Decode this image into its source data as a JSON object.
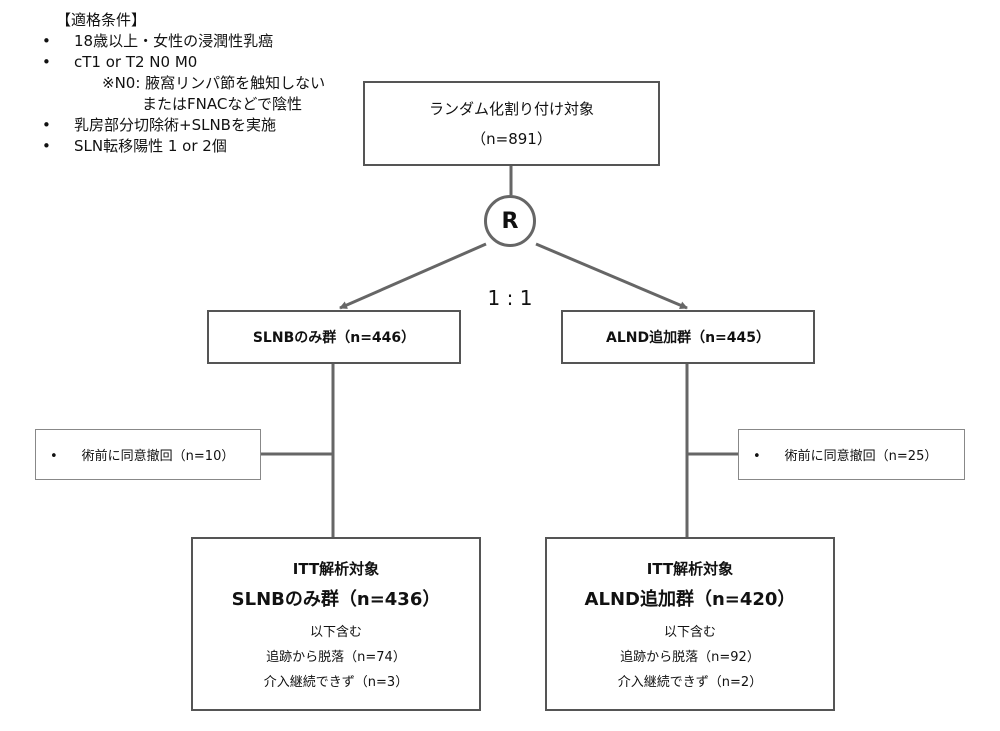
{
  "eligibility": {
    "title": "【適格条件】",
    "items": [
      "18歳以上・女性の浸潤性乳癌",
      "cT1 or T2 N0 M0",
      "乳房部分切除術+SLNBを実施",
      "SLN転移陽性 1 or 2個"
    ],
    "note_line1": "※N0: 腋窩リンパ節を触知しない",
    "note_line2": "またはFNACなどで陰性"
  },
  "randomization": {
    "label": "ランダム化割り付け対象",
    "n": "（n=891）",
    "symbol": "R",
    "ratio": "1 : 1"
  },
  "arms": {
    "left": "SLNBのみ群（n=446）",
    "right": "ALND追加群（n=445）"
  },
  "exclusions": {
    "bullet": "•",
    "left": "術前に同意撤回（n=10）",
    "right": "術前に同意撤回（n=25）"
  },
  "itt": {
    "left": {
      "title": "ITT解析対象",
      "arm": "SLNBのみ群（n=436）",
      "includes": "以下含む",
      "lost": "追跡から脱落（n=74）",
      "discontinued": "介入継続できず（n=3）"
    },
    "right": {
      "title": "ITT解析対象",
      "arm": "ALND追加群（n=420）",
      "includes": "以下含む",
      "lost": "追跡から脱落（n=92）",
      "discontinued": "介入継続できず（n=2）"
    }
  },
  "colors": {
    "line": "#666666",
    "border": "#555555"
  }
}
